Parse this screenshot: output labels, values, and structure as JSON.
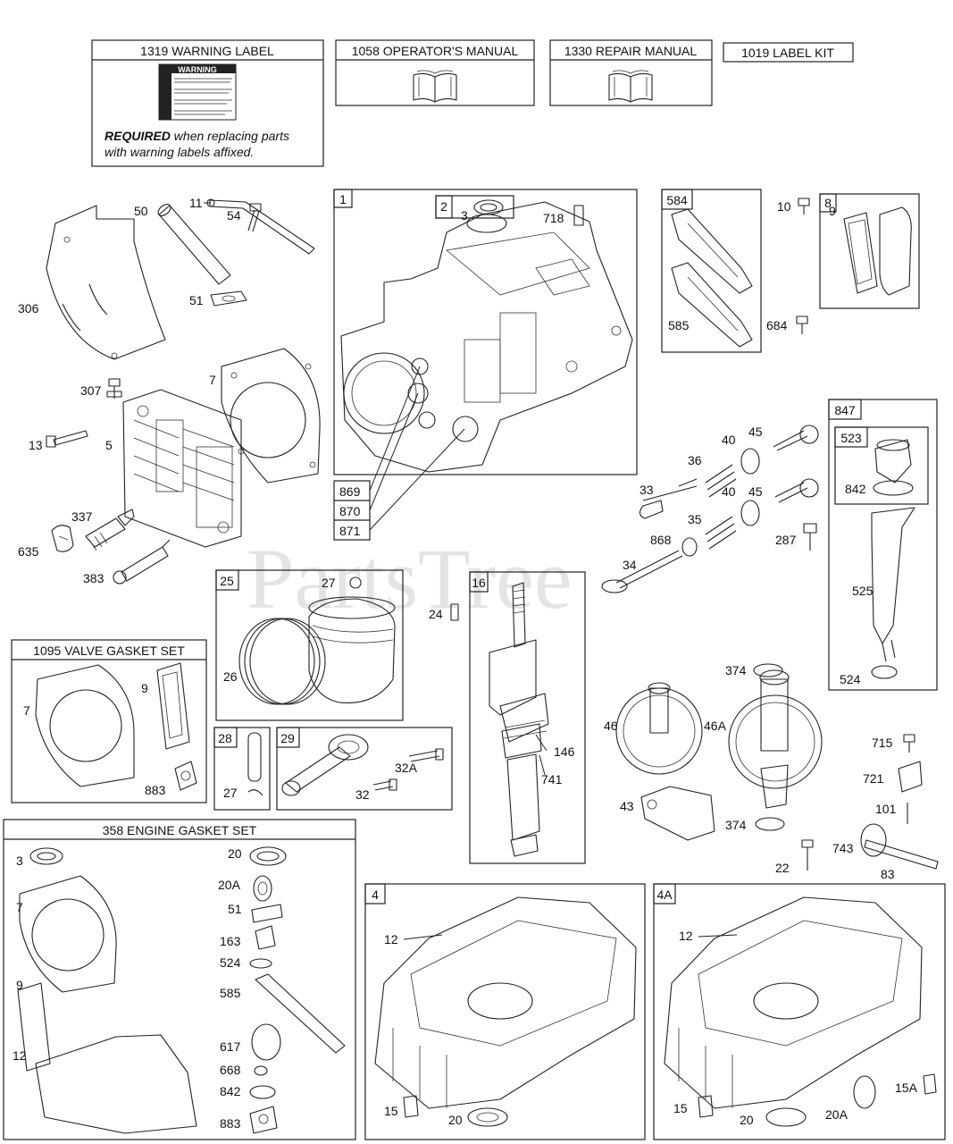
{
  "watermark": "PartsTree",
  "top_boxes": {
    "warning_label": {
      "title": "1319 WARNING LABEL",
      "decal_heading": "WARNING",
      "required_bold": "REQUIRED",
      "required_rest": " when replacing parts",
      "required_line2": "with warning labels affixed."
    },
    "operators_manual": {
      "title": "1058 OPERATOR'S MANUAL",
      "icon": "book-icon"
    },
    "repair_manual": {
      "title": "1330 REPAIR MANUAL",
      "icon": "book-icon"
    },
    "label_kit": {
      "title": "1019 LABEL KIT"
    }
  },
  "kits": {
    "valve_gasket_set": {
      "title": "1095 VALVE GASKET SET",
      "labels": [
        "7",
        "9",
        "883"
      ]
    },
    "engine_gasket_set": {
      "title": "358 ENGINE GASKET SET",
      "labels": [
        "3",
        "7",
        "9",
        "12",
        "20",
        "20A",
        "51",
        "163",
        "524",
        "585",
        "617",
        "668",
        "842",
        "883"
      ]
    }
  },
  "group_tags": [
    "1",
    "2",
    "584",
    "8",
    "847",
    "523",
    "25",
    "16",
    "28",
    "29",
    "4",
    "4A"
  ],
  "part_labels": [
    "11",
    "50",
    "54",
    "51",
    "306",
    "307",
    "7",
    "13",
    "5",
    "337",
    "635",
    "383",
    "3",
    "718",
    "869",
    "870",
    "871",
    "10",
    "9",
    "585",
    "684",
    "45",
    "40",
    "36",
    "33",
    "35",
    "868",
    "34",
    "287",
    "842",
    "525",
    "524",
    "27",
    "26",
    "24",
    "146",
    "741",
    "32A",
    "32",
    "374",
    "46",
    "46A",
    "43",
    "715",
    "721",
    "101",
    "743",
    "83",
    "22",
    "12",
    "15",
    "20",
    "20A",
    "15A"
  ]
}
